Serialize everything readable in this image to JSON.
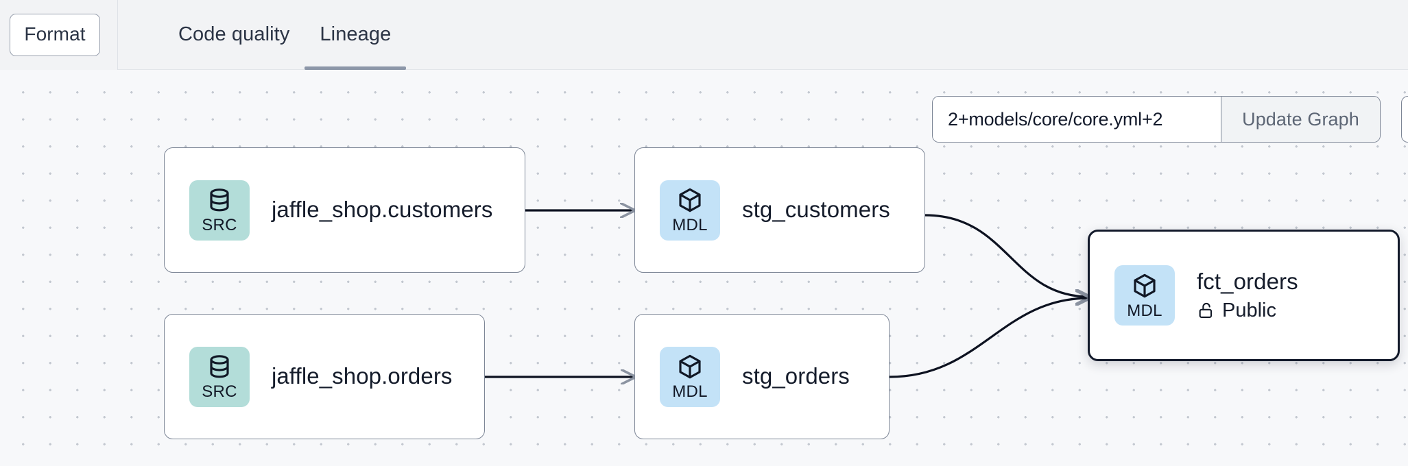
{
  "toolbar": {
    "format_button_label": "Format",
    "tabs": [
      {
        "label": "Code quality",
        "active": false
      },
      {
        "label": "Lineage",
        "active": true
      }
    ]
  },
  "graph_selector": {
    "input_value": "2+models/core/core.yml+2",
    "input_placeholder": "2+models/core/core.yml+2",
    "update_button_label": "Update Graph"
  },
  "lineage": {
    "nodes": [
      {
        "id": "jaffle_shop_customers",
        "title": "jaffle_shop.customers",
        "badge_label": "SRC",
        "badge_type": "source",
        "badge_color": "#b3ddd9",
        "selected": false,
        "subtitle": null
      },
      {
        "id": "stg_customers",
        "title": "stg_customers",
        "badge_label": "MDL",
        "badge_type": "model",
        "badge_color": "#c3e2f7",
        "selected": false,
        "subtitle": null
      },
      {
        "id": "jaffle_shop_orders",
        "title": "jaffle_shop.orders",
        "badge_label": "SRC",
        "badge_type": "source",
        "badge_color": "#b3ddd9",
        "selected": false,
        "subtitle": null
      },
      {
        "id": "stg_orders",
        "title": "stg_orders",
        "badge_label": "MDL",
        "badge_type": "model",
        "badge_color": "#c3e2f7",
        "selected": false,
        "subtitle": null
      },
      {
        "id": "fct_orders",
        "title": "fct_orders",
        "badge_label": "MDL",
        "badge_type": "model",
        "badge_color": "#c3e2f7",
        "selected": true,
        "subtitle": "Public",
        "subtitle_icon": "unlock-icon"
      }
    ],
    "edges": [
      {
        "from": "jaffle_shop_customers",
        "to": "stg_customers"
      },
      {
        "from": "jaffle_shop_orders",
        "to": "stg_orders"
      },
      {
        "from": "stg_customers",
        "to": "fct_orders"
      },
      {
        "from": "stg_orders",
        "to": "fct_orders"
      }
    ],
    "edge_color": "#0d1220",
    "canvas_background": "#f7f8fa"
  }
}
